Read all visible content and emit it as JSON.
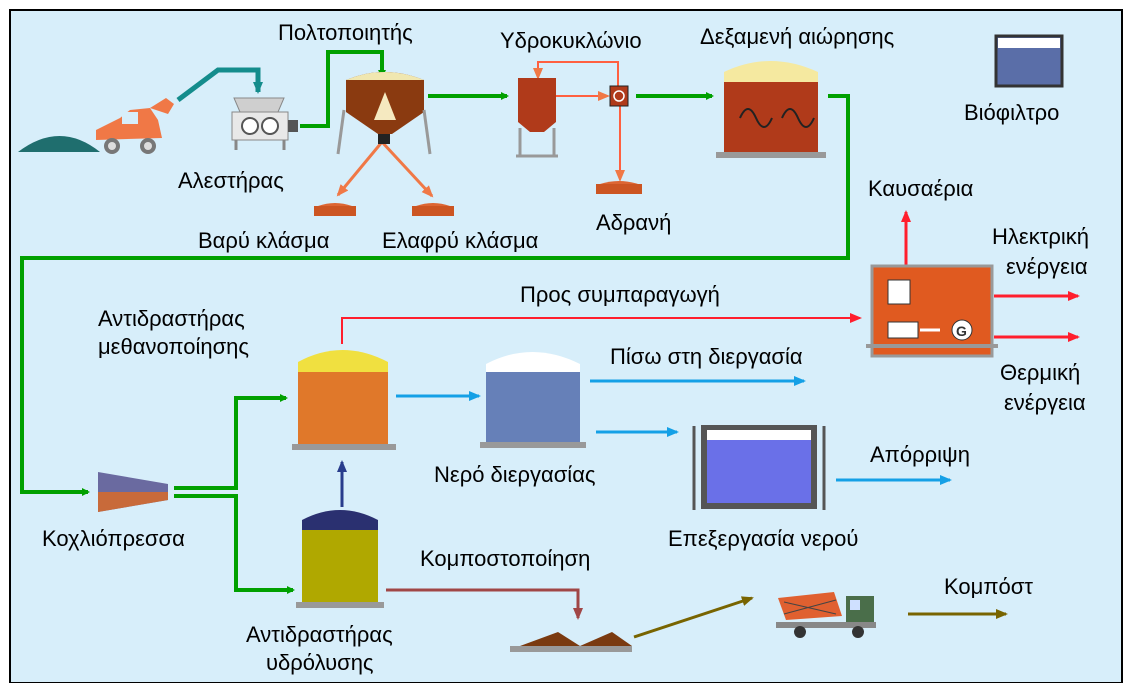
{
  "colors": {
    "background": "#d7eefa",
    "border": "#000000",
    "green_flow": "#00a000",
    "red_flow": "#ff1e2d",
    "blue_flow": "#14a0e6",
    "teal_flow": "#148c8c",
    "orange_flow": "#f07846",
    "brown_flow": "#a04646",
    "olive_flow": "#786400",
    "navy_flow": "#283c8c"
  },
  "labels": {
    "pulper": "Πολτοποιητής",
    "hydrocyclone": "Υδροκυκλώνιο",
    "suspension_tank": "Δεξαμενή αιώρησης",
    "biofilter": "Βιόφιλτρο",
    "shredder": "Αλεστήρας",
    "heavy_fraction": "Βαρύ κλάσμα",
    "light_fraction": "Ελαφρύ κλάσμα",
    "inerts": "Αδρανή",
    "flue_gas": "Καυσαέρια",
    "electrical_energy": [
      "Ηλεκτρική",
      "ενέργεια"
    ],
    "thermal_energy": [
      "Θερμική",
      "ενέργεια"
    ],
    "to_cogeneration": "Προς συμπαραγωγή",
    "methanation_reactor": [
      "Αντιδραστήρας",
      "μεθανοποίησης"
    ],
    "back_to_process": "Πίσω στη διεργασία",
    "process_water": "Νερό διεργασίας",
    "disposal": "Απόρριψη",
    "screw_press": "Κοχλιόπρεσσα",
    "water_treatment": "Επεξεργασία νερού",
    "composting": "Κομποστοποίηση",
    "compost": "Κομπόστ",
    "hydrolysis_reactor": [
      "Αντιδραστήρας",
      "υδρόλυσης"
    ]
  },
  "icons": {
    "loader": "front-loader-icon",
    "truck": "dump-truck-icon",
    "generator": "G"
  }
}
